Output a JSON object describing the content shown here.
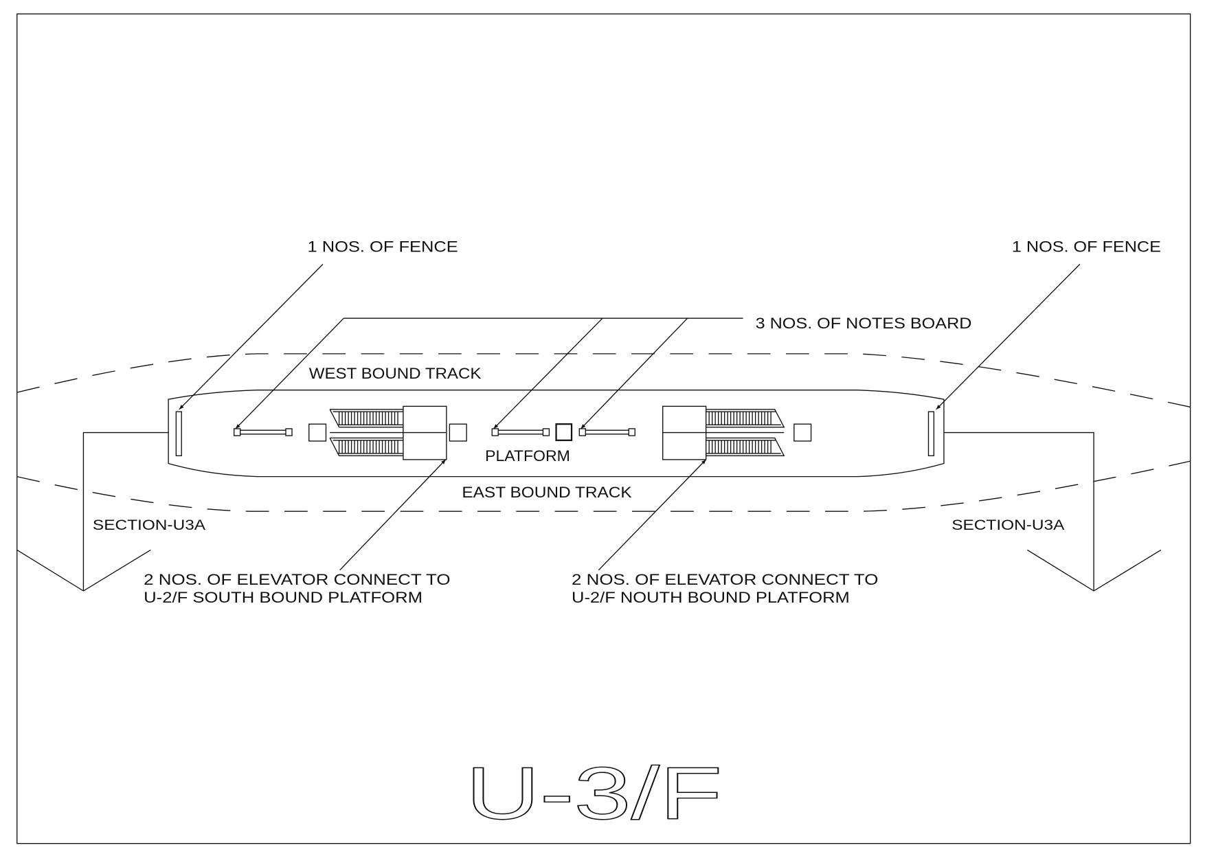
{
  "drawing": {
    "title": "U-3/F",
    "labels": {
      "fence_left": "1 NOS. OF FENCE",
      "fence_right": "1 NOS. OF FENCE",
      "notes_board": "3 NOS. OF NOTES BOARD",
      "west_track": "WEST BOUND TRACK",
      "east_track": "EAST BOUND TRACK",
      "platform": "PLATFORM",
      "section_left": "SECTION-U3A",
      "section_right": "SECTION-U3A",
      "elevator_left_line1": "2 NOS. OF ELEVATOR CONNECT TO",
      "elevator_left_line2": "U-2/F SOUTH BOUND PLATFORM",
      "elevator_right_line1": "2 NOS. OF ELEVATOR CONNECT TO",
      "elevator_right_line2": "U-2/F NOUTH BOUND PLATFORM"
    }
  }
}
